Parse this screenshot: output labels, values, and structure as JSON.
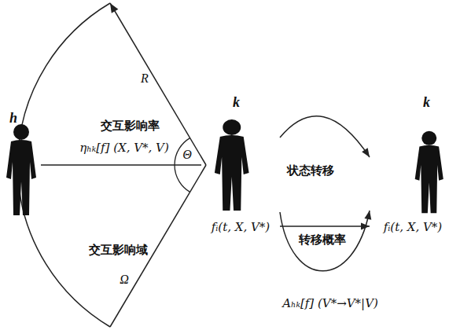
{
  "diagram": {
    "nodes": [
      {
        "text": [
          "h"
        ]
      },
      {
        "text": [
          "k",
          "fᵢ(t, X, V*)"
        ]
      },
      {
        "text": [
          "k",
          "fᵢ(t, X, V*)"
        ]
      }
    ],
    "edges": [
      {
        "from": 0,
        "to": 1,
        "arrow": "none",
        "label": "交互影响率"
      },
      {
        "from": 1,
        "to": 2,
        "arrow": "to",
        "label": "状态转移"
      },
      {
        "from": 1,
        "to": 2,
        "arrow": "to"
      },
      {
        "from": 1,
        "to": 2,
        "arrow": "to",
        "label": "转移概率"
      }
    ],
    "labels": [
      "R",
      "ηₕₖ[f] (X, V*, V)",
      "Θ",
      "交互影响域",
      "Ω",
      "Aₕₖ[f] (V*→V*|V)"
    ]
  }
}
